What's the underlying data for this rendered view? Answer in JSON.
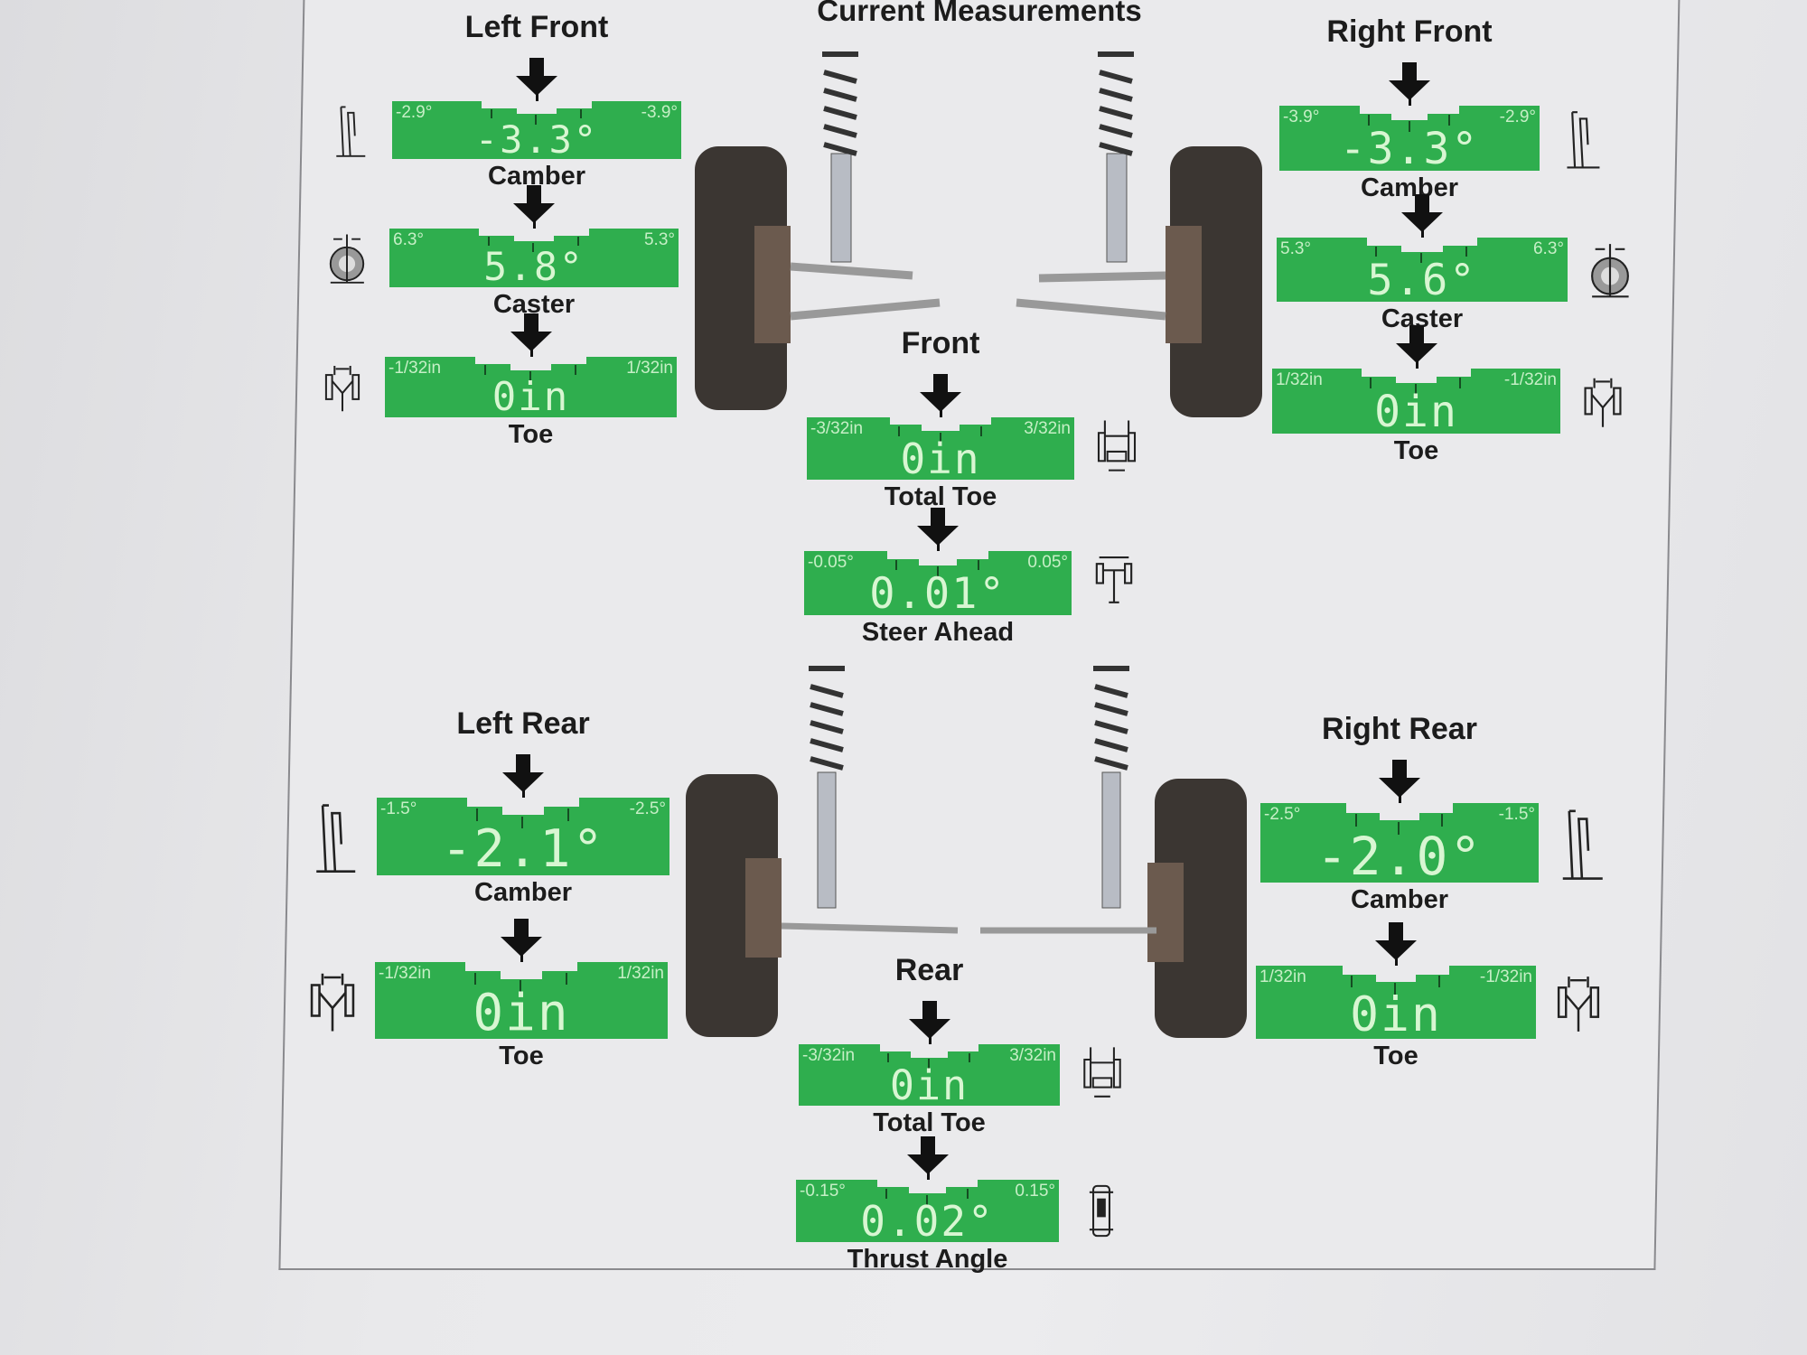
{
  "title": "Current Measurements",
  "colors": {
    "gauge_green": "#2fae4e",
    "gauge_text": "#d8f6d2",
    "ink": "#1c1c1c"
  },
  "gauges": [
    {
      "id": "lf-camber",
      "heading": "Left Front",
      "label": "Camber",
      "min": "-2.9°",
      "max": "-3.9°",
      "value": "-3.3°",
      "icon": "camber-icon",
      "icon_side": "left"
    },
    {
      "id": "lf-caster",
      "label": "Caster",
      "min": "6.3°",
      "max": "5.3°",
      "value": "5.8°",
      "icon": "caster-icon",
      "icon_side": "left"
    },
    {
      "id": "lf-toe",
      "label": "Toe",
      "min": "-1/32in",
      "max": "1/32in",
      "value": "0in",
      "icon": "toe-icon",
      "icon_side": "left"
    },
    {
      "id": "rf-camber",
      "heading": "Right Front",
      "label": "Camber",
      "min": "-3.9°",
      "max": "-2.9°",
      "value": "-3.3°",
      "icon": "camber-icon",
      "icon_side": "right"
    },
    {
      "id": "rf-caster",
      "label": "Caster",
      "min": "5.3°",
      "max": "6.3°",
      "value": "5.6°",
      "icon": "caster-icon",
      "icon_side": "right"
    },
    {
      "id": "rf-toe",
      "label": "Toe",
      "min": "1/32in",
      "max": "-1/32in",
      "value": "0in",
      "icon": "toe-icon",
      "icon_side": "right"
    },
    {
      "id": "front-total-toe",
      "heading": "Front",
      "label": "Total Toe",
      "min": "-3/32in",
      "max": "3/32in",
      "value": "0in",
      "icon": "total-toe-icon",
      "icon_side": "right"
    },
    {
      "id": "steer-ahead",
      "label": "Steer Ahead",
      "min": "-0.05°",
      "max": "0.05°",
      "value": "0.01°",
      "icon": "steer-ahead-icon",
      "icon_side": "right"
    },
    {
      "id": "lr-camber",
      "heading": "Left Rear",
      "label": "Camber",
      "min": "-1.5°",
      "max": "-2.5°",
      "value": "-2.1°",
      "icon": "camber-icon",
      "icon_side": "left"
    },
    {
      "id": "lr-toe",
      "label": "Toe",
      "min": "-1/32in",
      "max": "1/32in",
      "value": "0in",
      "icon": "toe-icon",
      "icon_side": "left"
    },
    {
      "id": "rr-camber",
      "heading": "Right Rear",
      "label": "Camber",
      "min": "-2.5°",
      "max": "-1.5°",
      "value": "-2.0°",
      "icon": "camber-icon",
      "icon_side": "right"
    },
    {
      "id": "rr-toe",
      "label": "Toe",
      "min": "1/32in",
      "max": "-1/32in",
      "value": "0in",
      "icon": "toe-icon",
      "icon_side": "right"
    },
    {
      "id": "rear-total-toe",
      "heading": "Rear",
      "label": "Total Toe",
      "min": "-3/32in",
      "max": "3/32in",
      "value": "0in",
      "icon": "total-toe-icon",
      "icon_side": "right"
    },
    {
      "id": "thrust-angle",
      "label": "Thrust Angle",
      "min": "-0.15°",
      "max": "0.15°",
      "value": "0.02°",
      "icon": "thrust-angle-icon",
      "icon_side": "right"
    }
  ]
}
